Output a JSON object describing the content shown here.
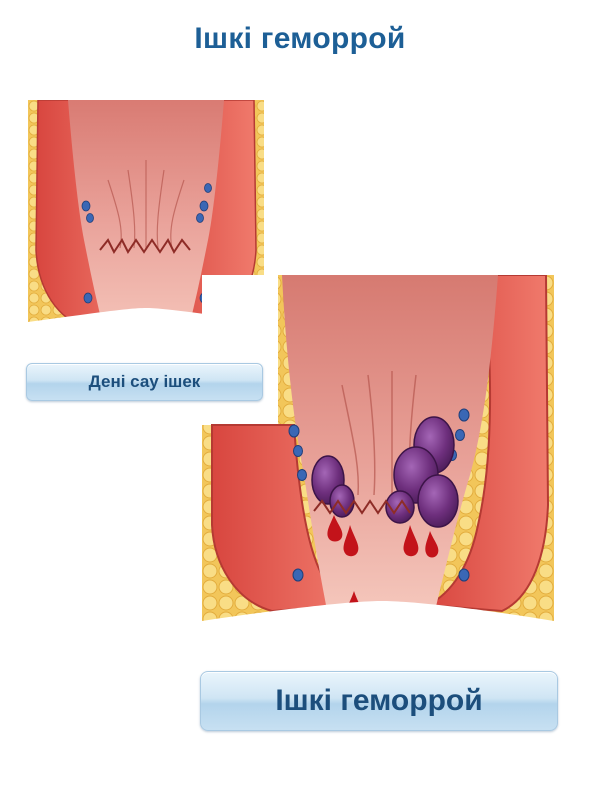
{
  "title": "Ішкі геморрой",
  "panels": [
    {
      "label": "Дені сау ішек",
      "condition": "healthy"
    },
    {
      "label": "Ішкі геморрой",
      "condition": "internal-hemorrhoids"
    }
  ],
  "colors": {
    "title": "#1d5f96",
    "label_text": "#1c4e7c",
    "fat": "#f2c75c",
    "muscle": "#e0534a",
    "mucosa": "#e9a09a",
    "vein": "#3a67b5",
    "hemorrhoid": "#6e2f7d",
    "blood": "#c3131a"
  }
}
